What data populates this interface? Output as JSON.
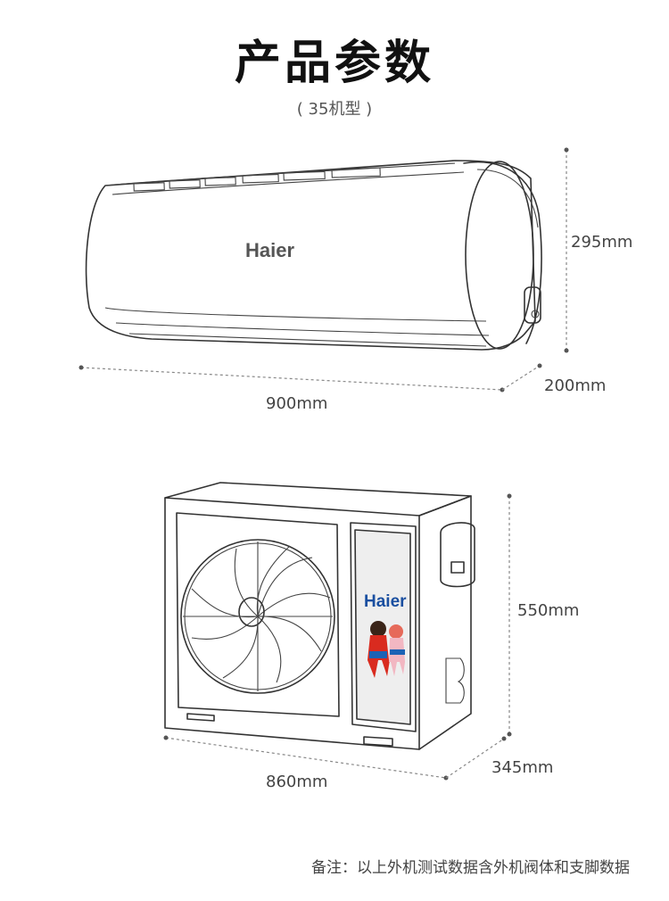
{
  "page": {
    "title": "产品参数",
    "subtitle": "( 35机型 )",
    "note": "备注：以上外机测试数据含外机阀体和支脚数据"
  },
  "indoor_unit": {
    "brand": "Haier",
    "height": "295mm",
    "depth": "200mm",
    "width": "900mm"
  },
  "outdoor_unit": {
    "brand": "Haier",
    "height": "550mm",
    "depth": "345mm",
    "width": "860mm"
  },
  "colors": {
    "line": "#333333",
    "dimension_line": "#888888",
    "brand_blue": "#1a4fa0",
    "panel_fill": "#eeeeee"
  }
}
